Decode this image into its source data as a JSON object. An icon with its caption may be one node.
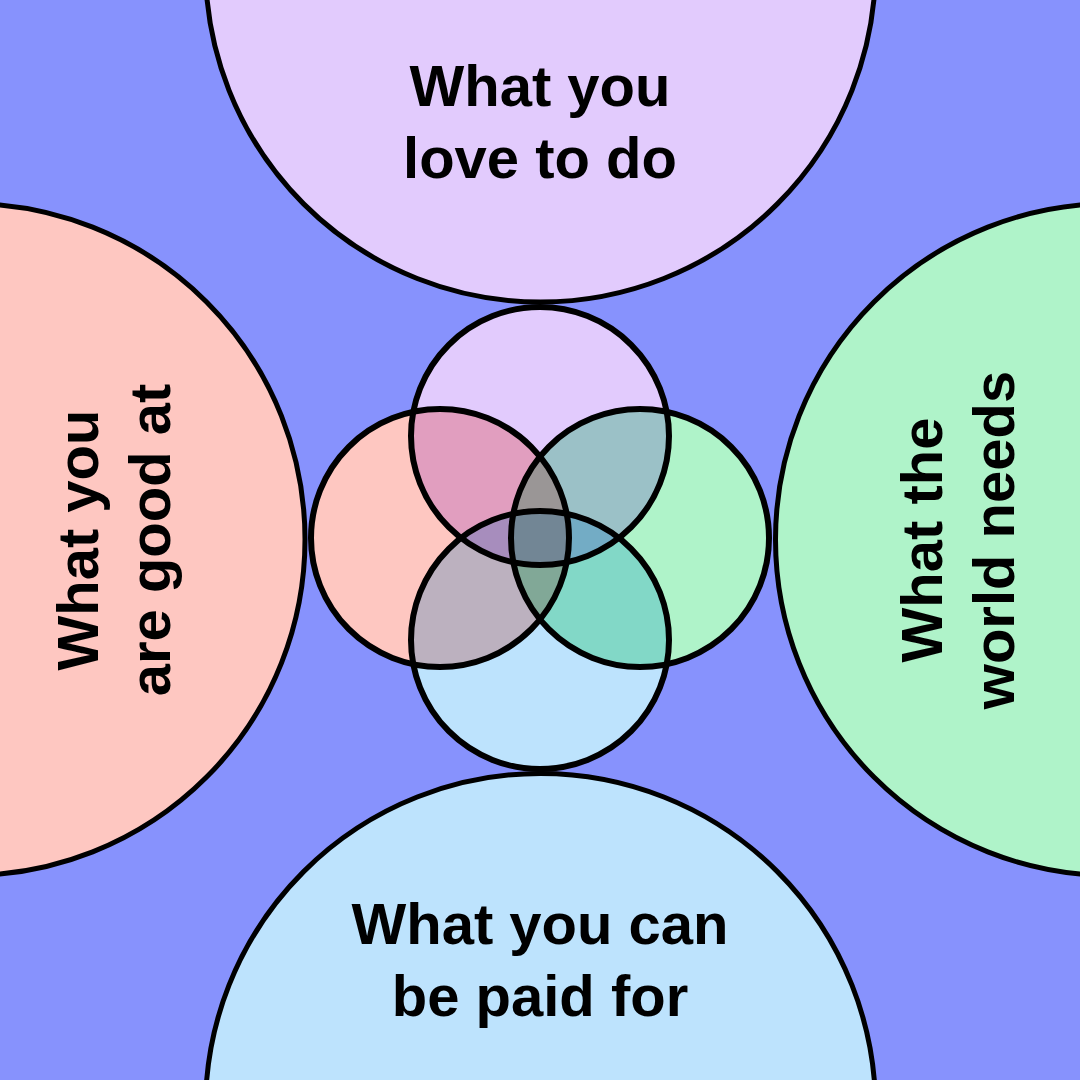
{
  "diagram": {
    "nodes": [
      {
        "text": [
          "What you love to do"
        ]
      },
      {
        "text": [
          "What you are good at"
        ]
      },
      {
        "text": [
          "What the world needs"
        ]
      },
      {
        "text": [
          "What you can be paid for"
        ]
      },
      {
        "text": [],
        "shape": "circle"
      },
      {
        "text": [],
        "shape": "circle"
      },
      {
        "text": [],
        "shape": "circle"
      },
      {
        "text": [],
        "shape": "circle"
      }
    ]
  }
}
